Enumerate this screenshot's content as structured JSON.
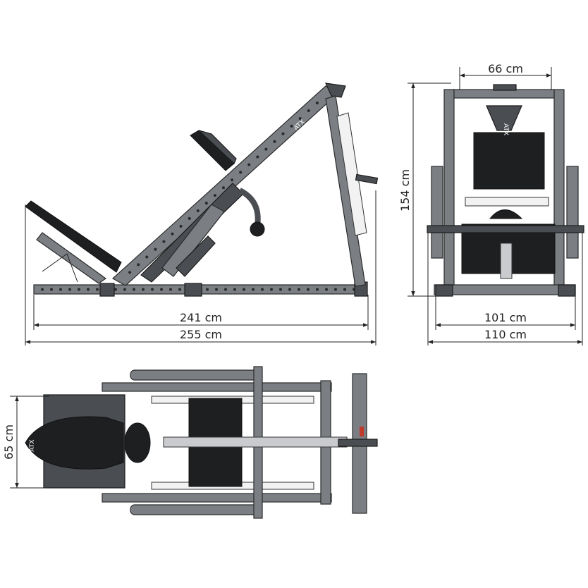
{
  "logo": "ATX",
  "dimensions": {
    "side_length_inner": "241 cm",
    "side_length_total": "255 cm",
    "front_top_width": "66 cm",
    "front_height": "154 cm",
    "front_width_inner": "101 cm",
    "front_width_total": "110 cm",
    "top_seat_width": "65 cm"
  },
  "colors": {
    "frame": "#7b7f84",
    "dark": "#1e1f21",
    "line": "#222222"
  }
}
